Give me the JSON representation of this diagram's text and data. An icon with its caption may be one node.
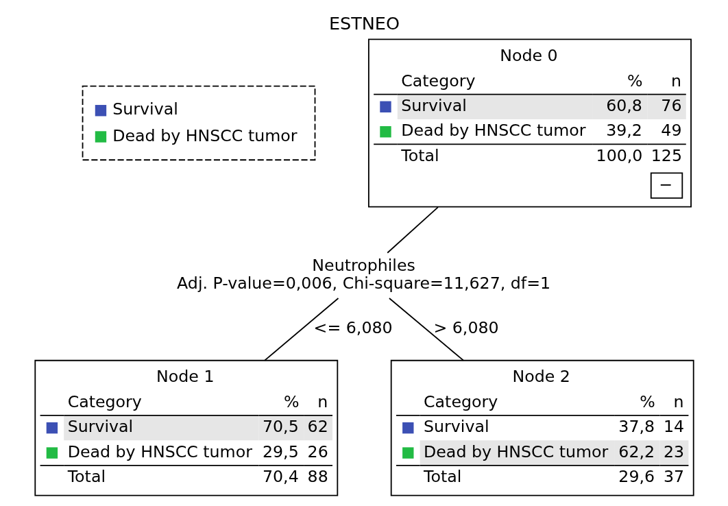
{
  "diagram": {
    "title": "ESTNEO",
    "nodes": [
      {
        "text": [
          "Node 0",
          "Category",
          "%",
          "n",
          "Survival",
          "60,8",
          "76",
          "Dead by HNSCC tumor",
          "39,2",
          "49",
          "Total",
          "100,0",
          "125",
          "−"
        ]
      },
      {
        "text": [
          "Neutrophiles",
          "Adj. P-value=0,006, Chi-square=11,627, df=1"
        ]
      },
      {
        "text": [
          "Node 1",
          "Category",
          "%",
          "n",
          "Survival",
          "70,5",
          "62",
          "Dead by HNSCC tumor",
          "29,5",
          "26",
          "Total",
          "70,4",
          "88"
        ]
      },
      {
        "text": [
          "Node 2",
          "Category",
          "%",
          "n",
          "Survival",
          "37,8",
          "14",
          "Dead by HNSCC tumor",
          "62,2",
          "23",
          "Total",
          "29,6",
          "37"
        ]
      }
    ],
    "edges": [
      {
        "from": 0,
        "to": 1,
        "arrow": "none"
      },
      {
        "from": 1,
        "to": 2,
        "arrow": "none",
        "label": "<= 6,080"
      },
      {
        "from": 1,
        "to": 3,
        "arrow": "none",
        "label": "> 6,080"
      }
    ],
    "legend": [
      {
        "text": "Survival",
        "color": "#3c50b4"
      },
      {
        "text": "Dead by HNSCC tumor",
        "color": "#22bb44"
      }
    ]
  }
}
